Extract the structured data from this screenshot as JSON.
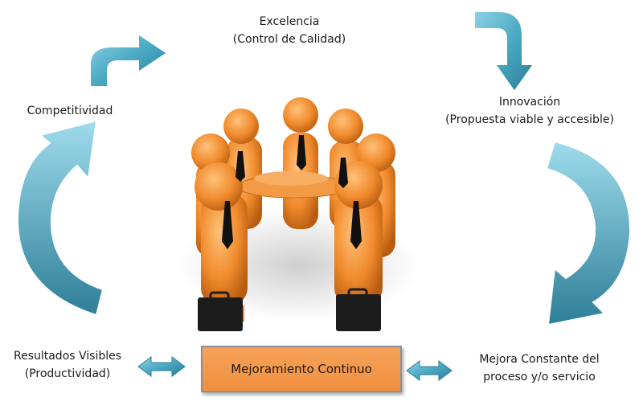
{
  "nodes": {
    "excelencia": {
      "line1": "Excelencia",
      "line2": "(Control de Calidad)"
    },
    "innovacion": {
      "line1": "Innovación",
      "line2": "(Propuesta viable y accesible)"
    },
    "competitividad": {
      "line1": "Competitividad"
    },
    "resultados": {
      "line1": "Resultados Visibles",
      "line2": "(Productividad)"
    },
    "mejora": {
      "line1": "Mejora Constante del",
      "line2": "proceso y/o servicio"
    },
    "center": {
      "label": "Mejoramiento Continuo"
    }
  },
  "colors": {
    "arrow_teal": "#4aa9c4",
    "arrow_dark": "#2f7f99",
    "box_orange": "#f39543",
    "figure_orange": "#f08a2c"
  },
  "icons": [
    "curved-arrow-icon",
    "double-arrow-icon",
    "team-figures-illustration"
  ]
}
